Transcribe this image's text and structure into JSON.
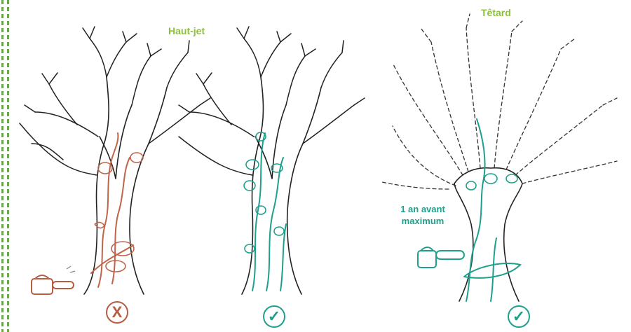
{
  "labels": {
    "haut_jet": "Haut-jet",
    "tetard": "Têtard",
    "timing": "1 an avant maximum"
  },
  "badges": {
    "left": "X",
    "middle": "✓",
    "right": "✓"
  },
  "colors": {
    "label_green": "#8cbf3f",
    "teal": "#1fa08c",
    "red": "#c0654a",
    "border_dash": "#6aa84f"
  },
  "icons": {
    "chainsaw_left": "chainsaw-icon",
    "chainsaw_right": "chainsaw-icon"
  }
}
